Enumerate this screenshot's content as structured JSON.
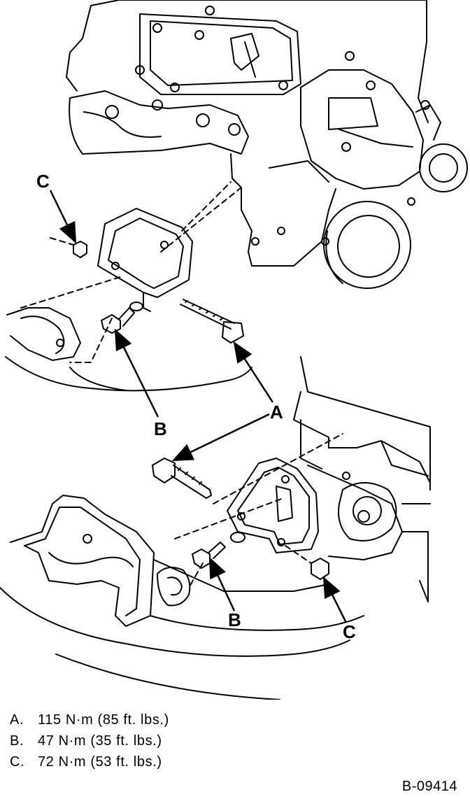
{
  "callouts": {
    "a": "A",
    "b": "B",
    "c": "C"
  },
  "legend": [
    {
      "key": "A.",
      "text": "115 N·m (85 ft. lbs.)"
    },
    {
      "key": "B.",
      "text": "47 N·m (35 ft. lbs.)"
    },
    {
      "key": "C.",
      "text": "72 N·m (53 ft. lbs.)"
    }
  ],
  "figure_id": "B-09414",
  "colors": {
    "ink": "#000000",
    "paper": "#ffffff"
  }
}
